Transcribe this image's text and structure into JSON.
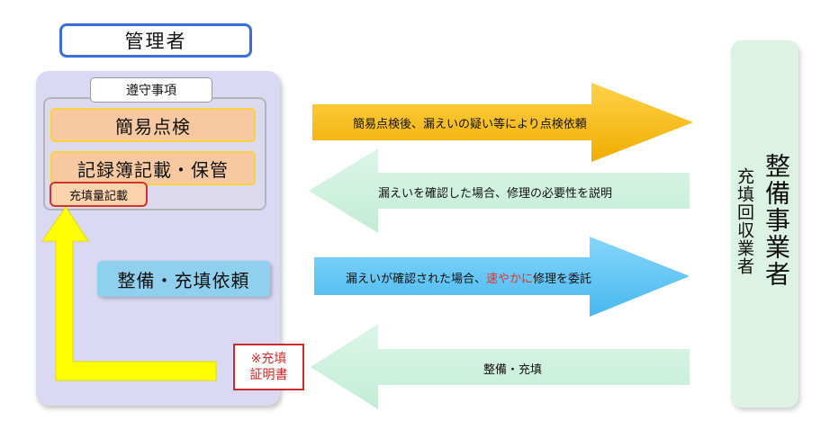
{
  "manager": {
    "title": "管理者",
    "compliance_label": "遵守事項",
    "tasks": [
      "簡易点検",
      "記録簿記載・保管"
    ],
    "record_badge": "充填量記載",
    "request_label": "整備・充填依頼",
    "certificate_lines": [
      "※充填",
      "証明書"
    ]
  },
  "contractor": {
    "main_label": "整備事業者",
    "sub_label": "充填回収業者"
  },
  "arrows": [
    {
      "direction": "right",
      "label": "簡易点検後、漏えいの疑い等により点検依頼",
      "color": "#f5b800"
    },
    {
      "direction": "left",
      "label": "漏えいを確認した場合、修理の必要性を説明",
      "color": "#ccf0de"
    },
    {
      "direction": "right",
      "label_before": "漏えいが確認された場合、",
      "label_urgent": "速やかに",
      "label_after": "修理を委託",
      "color": "#5cc3f2"
    },
    {
      "direction": "left",
      "label": "整備・充填",
      "color": "#ccf0de"
    }
  ],
  "colors": {
    "manager_panel": "#d9d9f4",
    "task_fill": "#f8c9a0",
    "task_border": "#f5d341",
    "return_arrow": "#ffff00",
    "certificate_red": "#cc2b2b"
  }
}
